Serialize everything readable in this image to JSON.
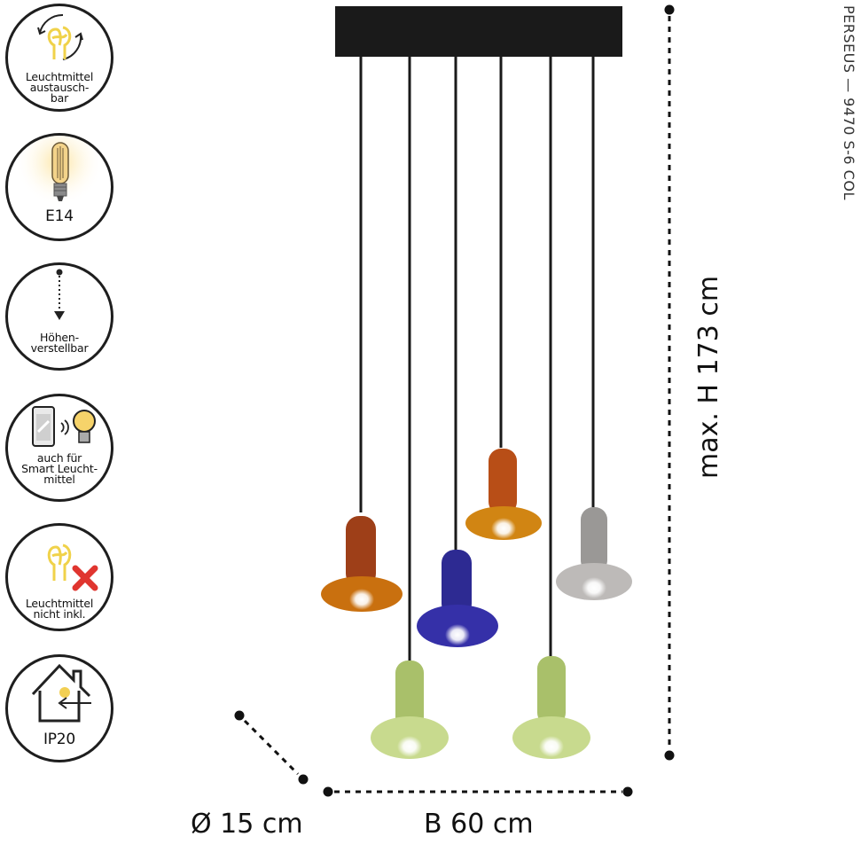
{
  "badges": [
    {
      "icon": "bulb-exchange-icon",
      "label_lines": [
        "Leuchtmittel",
        "austausch-",
        "bar"
      ]
    },
    {
      "icon": "e14-bulb-icon",
      "label_lines": [
        "E14"
      ]
    },
    {
      "icon": "height-adjust-icon",
      "label_lines": [
        "Höhen-",
        "verstellbar"
      ]
    },
    {
      "icon": "smart-bulb-icon",
      "label_lines": [
        "auch für",
        "Smart Leucht-",
        "mittel"
      ]
    },
    {
      "icon": "bulb-excluded-icon",
      "label_lines": [
        "Leuchtmittel",
        "nicht inkl."
      ]
    },
    {
      "icon": "ip20-house-icon",
      "label_lines": [
        "IP20"
      ]
    }
  ],
  "product": {
    "code": "PERSEUS — 9470 S-6 COL"
  },
  "dimensions": {
    "height": "max. H 173 cm",
    "diameter": "Ø 15 cm",
    "width": "B 60 cm"
  },
  "shade_colors": {
    "amber": "#c8770f",
    "brown": "#a0441a",
    "violet": "#2e2a95",
    "smoke": "#a9a7a5",
    "green": "#bcd07a"
  }
}
